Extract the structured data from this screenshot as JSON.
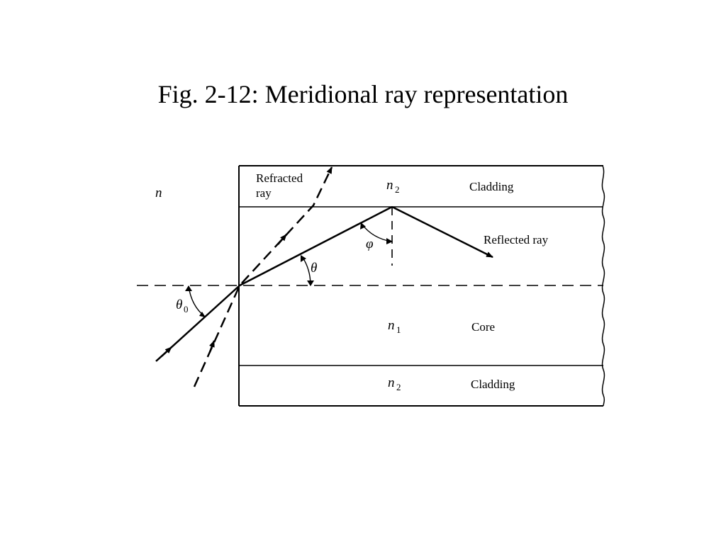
{
  "title": "Fig. 2-12: Meridional ray representation",
  "labels": {
    "refracted_ray_line1": "Refracted",
    "refracted_ray_line2": "ray",
    "outer_medium_index": "n",
    "top_cladding_index_symbol": "n",
    "top_cladding_index_subscript": "2",
    "top_cladding": "Cladding",
    "reflected_ray": "Reflected ray",
    "phi": "φ",
    "theta": "θ",
    "theta0_symbol": "θ",
    "theta0_subscript": "0",
    "core_index_symbol": "n",
    "core_index_subscript": "1",
    "core": "Core",
    "bottom_cladding_index_symbol": "n",
    "bottom_cladding_index_subscript": "2",
    "bottom_cladding": "Cladding"
  }
}
